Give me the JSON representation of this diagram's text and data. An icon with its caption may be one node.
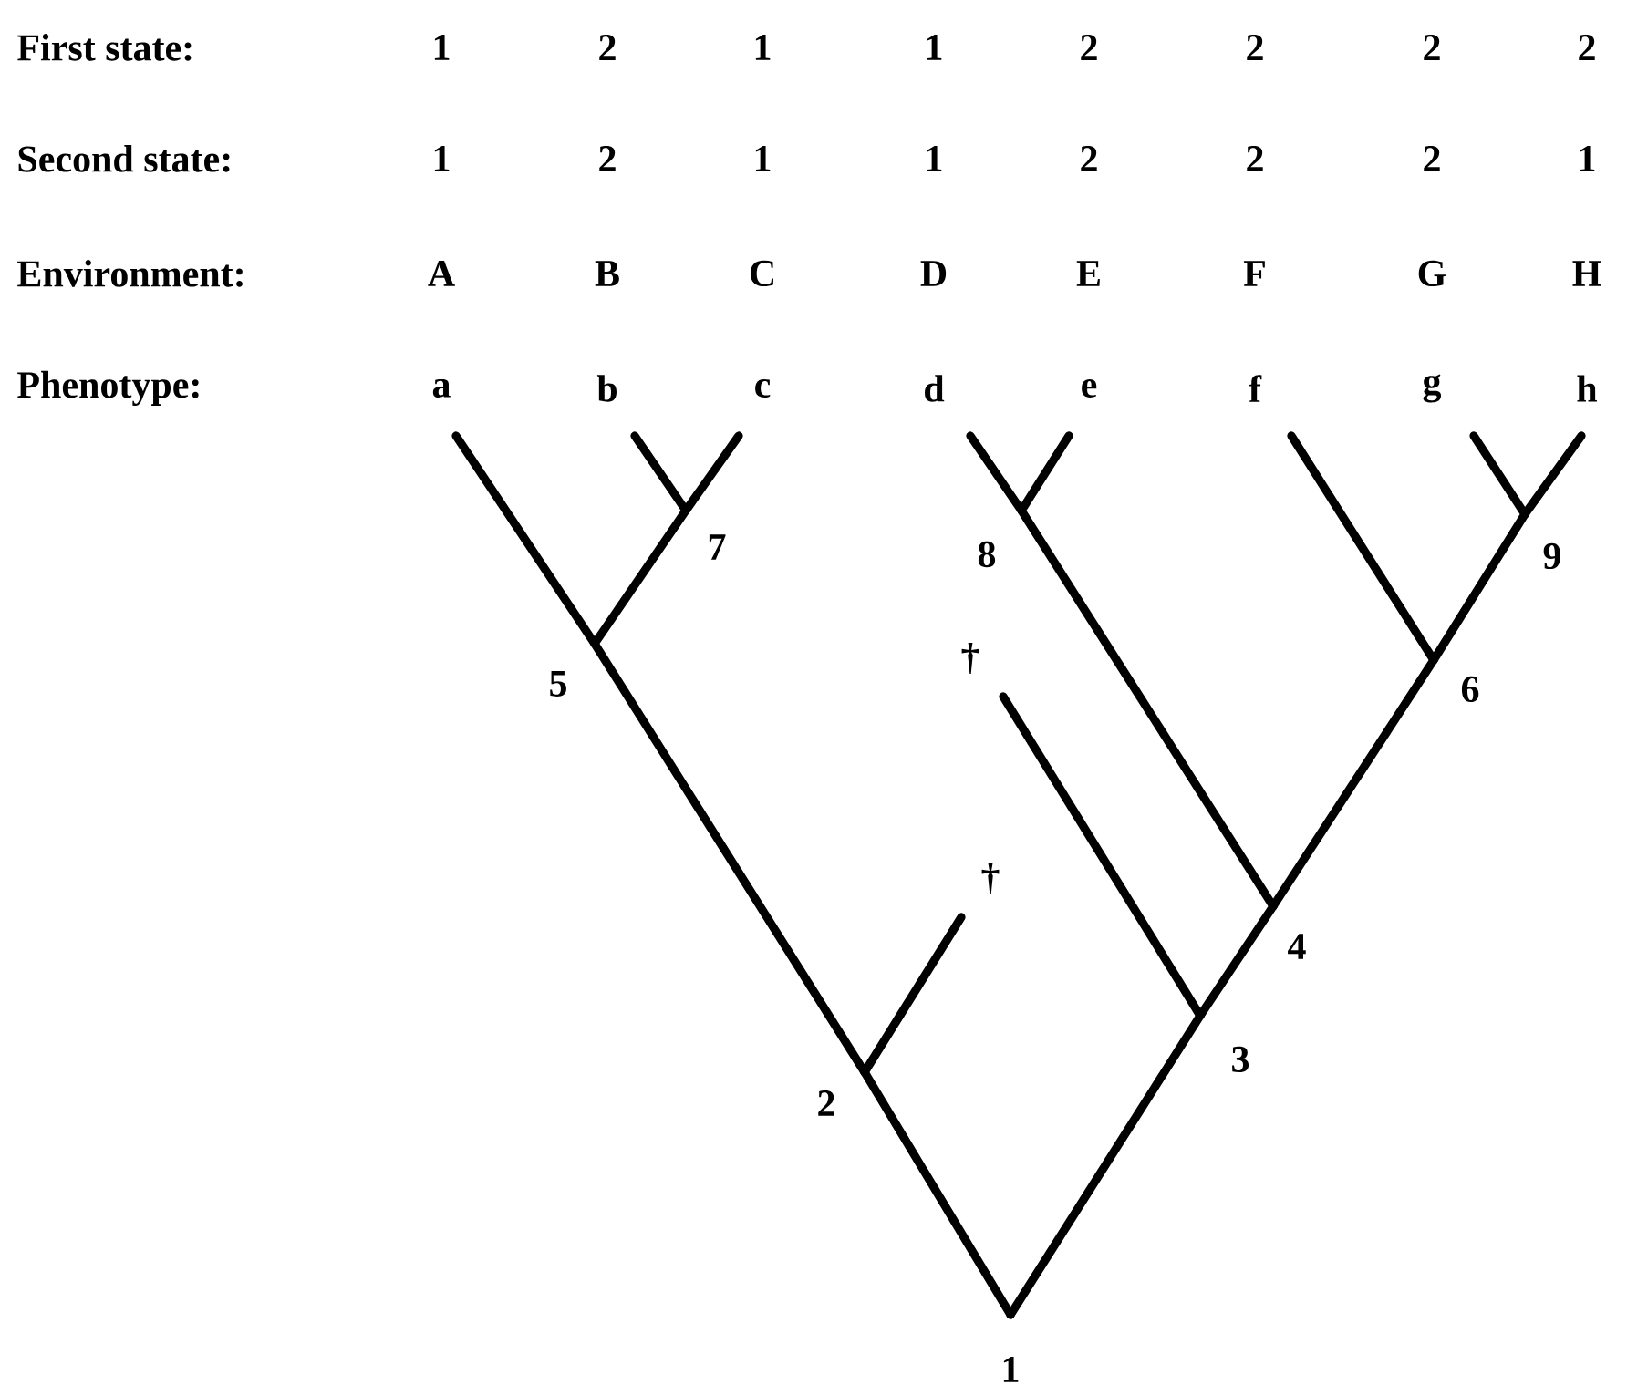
{
  "diagram": {
    "nodes": [
      {
        "text": [
          "a"
        ]
      },
      {
        "text": [
          "b"
        ]
      },
      {
        "text": [
          "c"
        ]
      },
      {
        "text": [
          "d"
        ]
      },
      {
        "text": [
          "e"
        ]
      },
      {
        "text": [
          "f"
        ]
      },
      {
        "text": [
          "g"
        ]
      },
      {
        "text": [
          "h"
        ]
      },
      {
        "text": [
          "7"
        ]
      },
      {
        "text": [
          "8"
        ]
      },
      {
        "text": [
          "9"
        ]
      },
      {
        "text": [
          "5"
        ]
      },
      {
        "text": [
          "†"
        ]
      },
      {
        "text": [
          "6"
        ]
      },
      {
        "text": [
          "†"
        ]
      },
      {
        "text": [
          "4"
        ]
      },
      {
        "text": [
          "3"
        ]
      },
      {
        "text": [
          "2"
        ]
      },
      {
        "text": [
          "1"
        ]
      }
    ],
    "edges": [
      {
        "from": 18,
        "to": 17,
        "arrow": "none"
      },
      {
        "from": 18,
        "to": 16,
        "arrow": "none"
      },
      {
        "from": 17,
        "to": 11,
        "arrow": "none"
      },
      {
        "from": 17,
        "to": 14,
        "arrow": "none"
      },
      {
        "from": 16,
        "to": 12,
        "arrow": "none"
      },
      {
        "from": 16,
        "to": 15,
        "arrow": "none"
      },
      {
        "from": 15,
        "to": 9,
        "arrow": "none"
      },
      {
        "from": 15,
        "to": 13,
        "arrow": "none"
      },
      {
        "from": 11,
        "to": 0,
        "arrow": "none"
      },
      {
        "from": 11,
        "to": 8,
        "arrow": "none"
      },
      {
        "from": 8,
        "to": 1,
        "arrow": "none"
      },
      {
        "from": 8,
        "to": 2,
        "arrow": "none"
      },
      {
        "from": 9,
        "to": 3,
        "arrow": "none"
      },
      {
        "from": 9,
        "to": 4,
        "arrow": "none"
      },
      {
        "from": 13,
        "to": 5,
        "arrow": "none"
      },
      {
        "from": 13,
        "to": 10,
        "arrow": "none"
      },
      {
        "from": 10,
        "to": 6,
        "arrow": "none"
      },
      {
        "from": 10,
        "to": 7,
        "arrow": "none"
      }
    ],
    "labels": [
      "First state:",
      "1",
      "2",
      "1",
      "1",
      "2",
      "2",
      "2",
      "2",
      "Second state:",
      "1",
      "2",
      "1",
      "1",
      "2",
      "2",
      "2",
      "1",
      "Environment:",
      "A",
      "B",
      "C",
      "D",
      "E",
      "F",
      "G",
      "H",
      "Phenotype:"
    ]
  }
}
